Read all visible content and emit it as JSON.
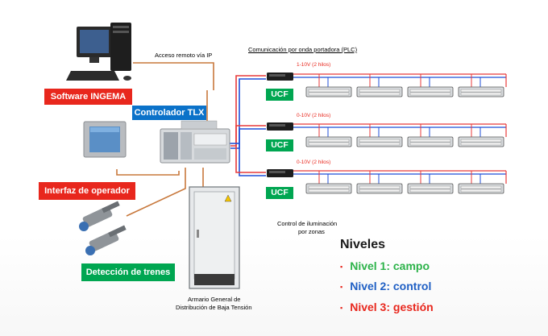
{
  "labels": {
    "acceso_remoto": "Acceso remoto vía IP",
    "comunicacion": "Comunicación por onda portadora (PLC)",
    "software": "Software INGEMA",
    "controlador": "Controlador TLX",
    "interfaz": "Interfaz de operador",
    "deteccion": "Detección de trenes",
    "control_zonas_1": "Control de iluminación",
    "control_zonas_2": "por zonas",
    "armario_1": "Armario General de",
    "armario_2": "Distribución de Baja Tensión"
  },
  "rows": [
    {
      "ucf": "UCF",
      "signal": "1-10V (2 hilos)"
    },
    {
      "ucf": "UCF",
      "signal": "0-10V (2 hilos)"
    },
    {
      "ucf": "UCF",
      "signal": "0-10V (2 hilos)"
    }
  ],
  "niveles": {
    "title": "Niveles",
    "items": [
      {
        "text": "Nivel 1: campo",
        "color": "#2db34a"
      },
      {
        "text": "Nivel 2: control",
        "color": "#1f5fc4"
      },
      {
        "text": "Nivel 3: gestión",
        "color": "#e8271d"
      }
    ]
  },
  "colors": {
    "ucf_green": "#00a651",
    "label_red": "#e8271d",
    "label_blue": "#0b72c9",
    "wire_blue": "#1f4fd8",
    "wire_red": "#e83a3a",
    "wire_orange": "#c8783c"
  }
}
